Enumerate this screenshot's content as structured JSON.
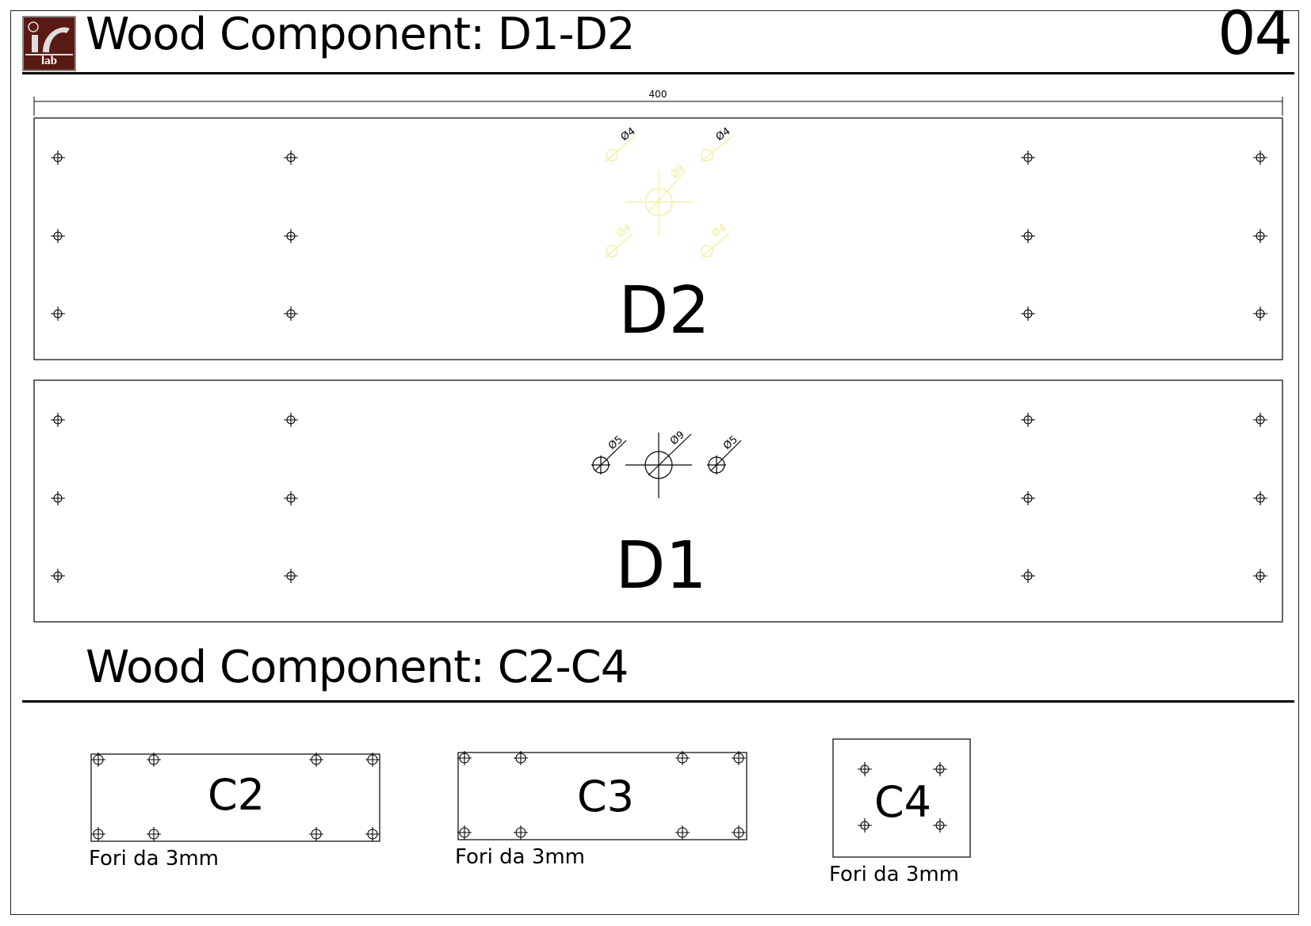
{
  "header": {
    "logo_text": "lab",
    "title": "Wood Component: D1-D2",
    "page_number": "04"
  },
  "dimension": {
    "width_label": "400"
  },
  "panel_d2": {
    "label": "D2",
    "hole_labels": [
      "Ø4",
      "Ø4",
      "Ø9",
      "Ø4",
      "Ø4"
    ],
    "ghost_color": "#f2ec9a"
  },
  "panel_d1": {
    "label": "D1",
    "hole_labels": [
      "Ø5",
      "Ø9",
      "Ø5"
    ]
  },
  "section2": {
    "title": "Wood Component: C2-C4"
  },
  "components": [
    {
      "label": "C2",
      "note": "Fori da 3mm"
    },
    {
      "label": "C3",
      "note": "Fori da 3mm"
    },
    {
      "label": "C4",
      "note": "Fori da 3mm"
    }
  ]
}
